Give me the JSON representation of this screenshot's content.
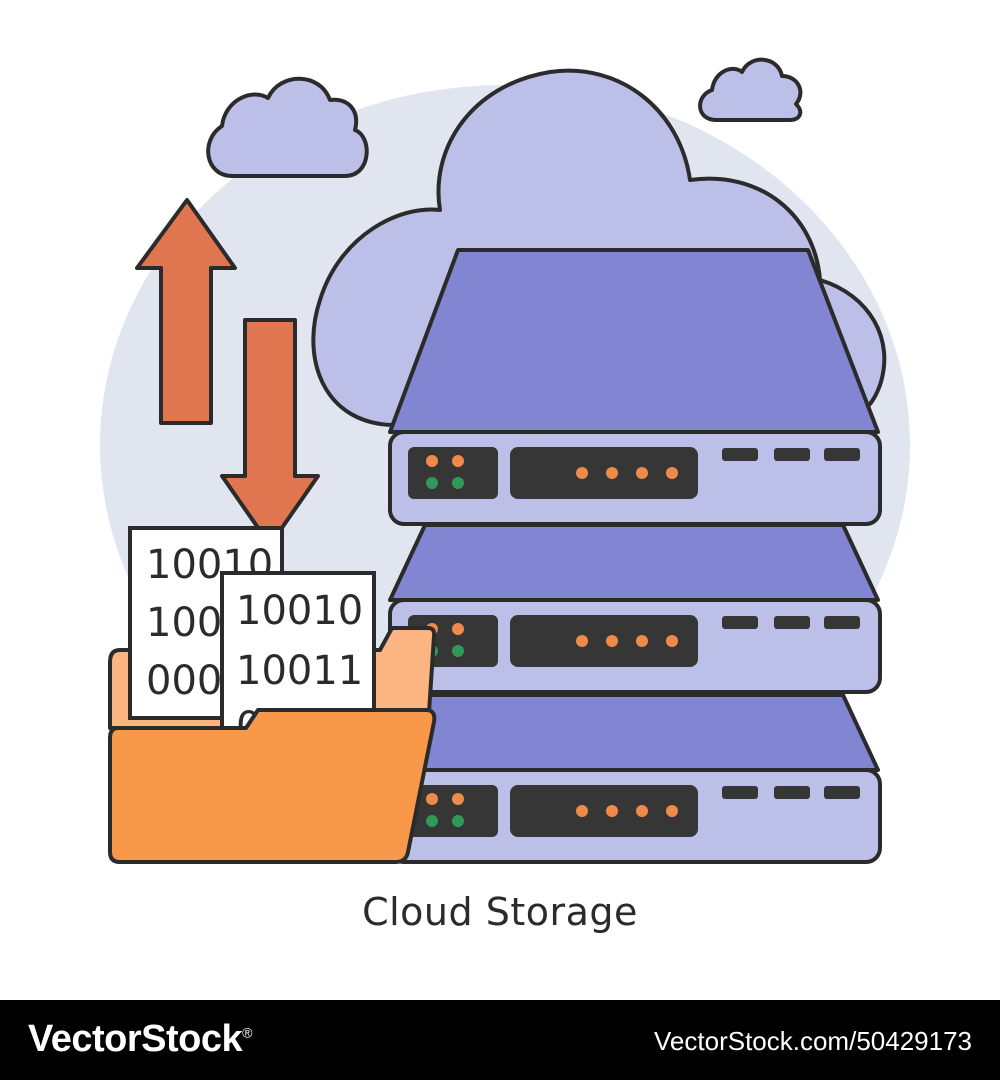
{
  "caption": "Cloud Storage",
  "documents": {
    "back_lines": [
      "10010",
      "100",
      "000"
    ],
    "front_lines": [
      "10010",
      "10011",
      "0"
    ]
  },
  "footer": {
    "logo": "VectorStock",
    "logo_mark": "®",
    "url": "VectorStock.com/50429173"
  },
  "colors": {
    "background_blob": "#e1e5f0",
    "cloud": "#bcbfe8",
    "server_top": "#8285d1",
    "server_face": "#bcbfe8",
    "panel": "#363636",
    "led_orange": "#f08a4b",
    "led_green": "#2f9a5a",
    "arrow": "#e0764f",
    "folder_front": "#f7984a",
    "folder_back": "#fbb482",
    "outline": "#2b2b2b"
  },
  "icons": [
    "cloud-icon",
    "server-icon",
    "upload-arrow-icon",
    "download-arrow-icon",
    "folder-icon",
    "document-icon"
  ]
}
